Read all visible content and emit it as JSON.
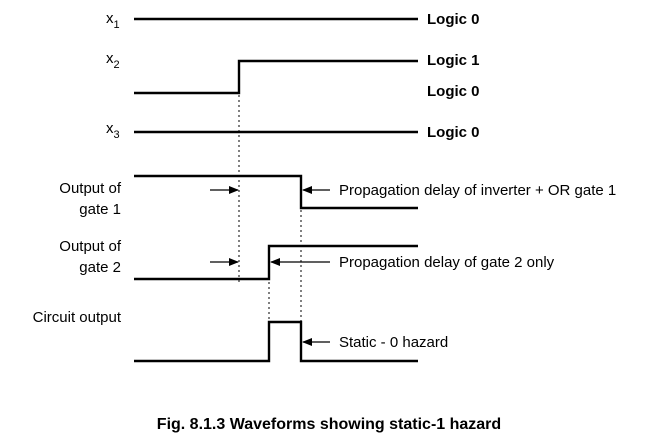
{
  "signals": {
    "x1": {
      "base": "x",
      "sub": "1",
      "level_label": "Logic 0"
    },
    "x2": {
      "base": "x",
      "sub": "2",
      "high_label": "Logic 1",
      "low_label": "Logic 0"
    },
    "x3": {
      "base": "x",
      "sub": "3",
      "level_label": "Logic 0"
    },
    "gate1": {
      "line1": "Output of",
      "line2": "gate 1"
    },
    "gate2": {
      "line1": "Output of",
      "line2": "gate 2"
    },
    "circuit": {
      "label": "Circuit output"
    }
  },
  "annotations": {
    "gate1_delay": "Propagation delay of inverter + OR gate 1",
    "gate2_delay": "Propagation delay of gate 2 only",
    "hazard": "Static - 0 hazard"
  },
  "caption": "Fig. 8.1.3 Waveforms showing static-1 hazard"
}
